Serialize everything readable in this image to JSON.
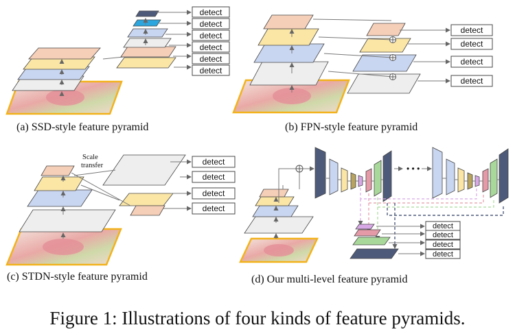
{
  "detect_label": "detect",
  "scale_transfer_line1": "Scale",
  "scale_transfer_line2": "transfer",
  "panels": {
    "a": "(a) SSD-style feature pyramid",
    "b": "(b) FPN-style feature pyramid",
    "c": "(c) STDN-style feature pyramid",
    "d": "(d) Our multi-level feature pyramid"
  },
  "figure_caption": "Figure 1: Illustrations of four kinds of feature pyramids.",
  "colors": {
    "salmon": "#f6cfb8",
    "yellow": "#fbe6a6",
    "blue": "#c9d6f1",
    "gray": "#eeeeee",
    "image_border": "#f2b21a",
    "dark_navy": "#4d5a7a",
    "cyan": "#2ca6de",
    "green": "#a9d99a",
    "pink": "#e59aa8",
    "purple": "#d8a8e6",
    "olive": "#b8a45e"
  }
}
